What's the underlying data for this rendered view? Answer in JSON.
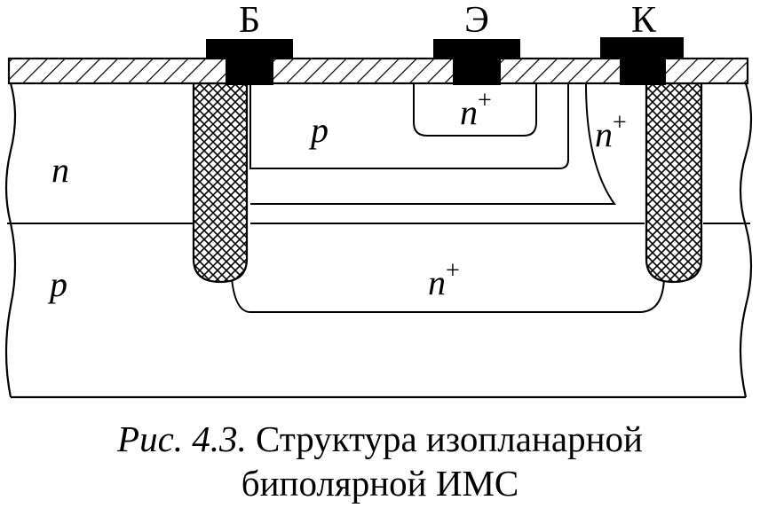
{
  "terminals": {
    "base": "Б",
    "emitter": "Э",
    "collector": "К"
  },
  "regions": {
    "n_epi": "n",
    "p_substrate": "p",
    "p_base": "p",
    "emitter_n": "n",
    "emitter_sup": "+",
    "collector_n": "n",
    "collector_sup": "+",
    "buried_n": "n",
    "buried_sup": "+"
  },
  "caption": {
    "figure": "Рис. 4.3.",
    "line1": "Структура изопланарной",
    "line2": "биполярной ИМС"
  }
}
